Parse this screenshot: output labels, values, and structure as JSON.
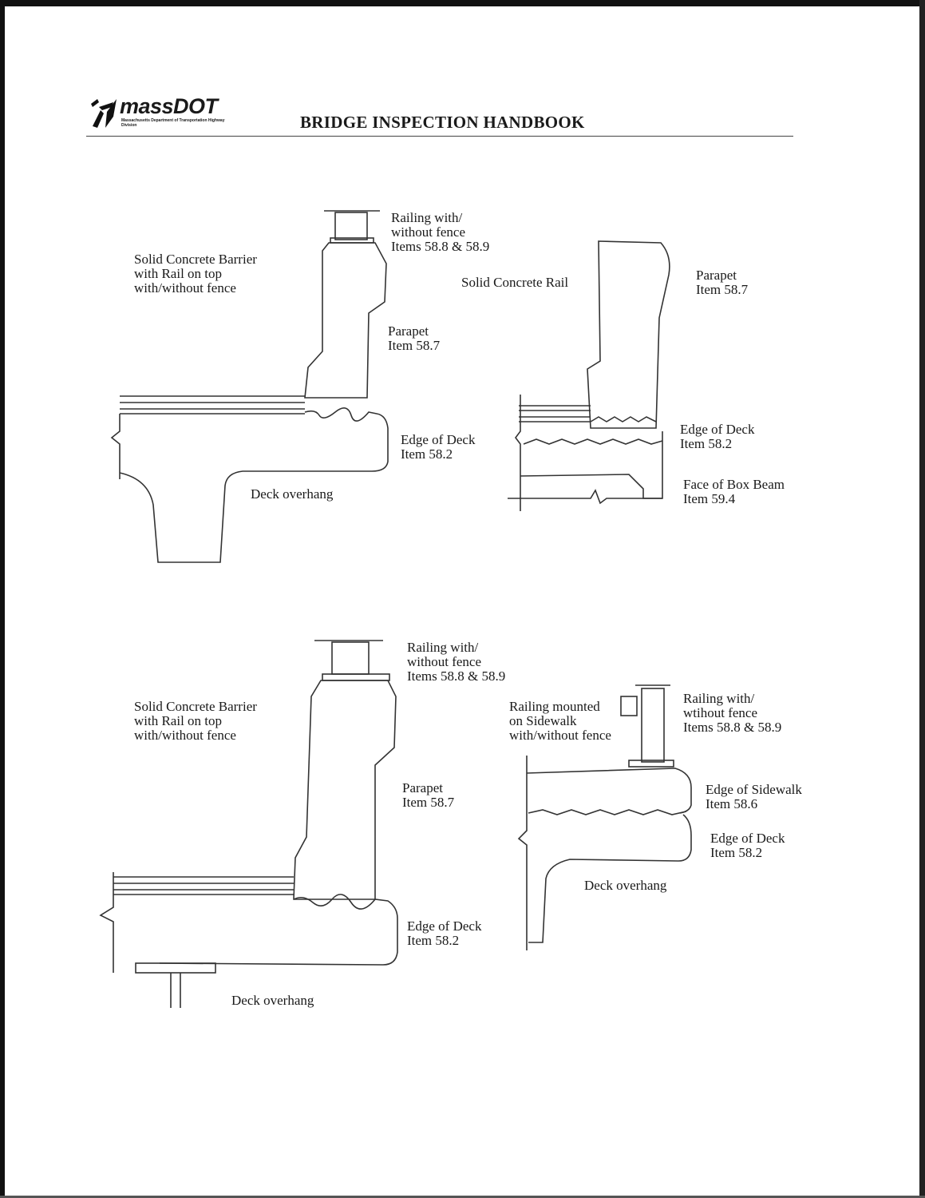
{
  "header": {
    "logo_name": "massDOT",
    "logo_subtitle": "Massachusetts Department of Transportation Highway Division",
    "title": "BRIDGE INSPECTION HANDBOOK"
  },
  "figures": {
    "top_left": {
      "barrier_label": "Solid Concrete Barrier\nwith Rail on top\nwith/without fence",
      "railing_label": "Railing with/\nwithout fence\nItems 58.8 & 58.9",
      "parapet_label": "Parapet\nItem 58.7",
      "edge_label": "Edge of Deck\nItem 58.2",
      "overhang_label": "Deck overhang"
    },
    "top_right": {
      "rail_label": "Solid Concrete Rail",
      "parapet_label": "Parapet\nItem 58.7",
      "edge_label": "Edge of Deck\nItem 58.2",
      "beam_label": "Face of Box Beam\nItem 59.4"
    },
    "bottom_left": {
      "barrier_label": "Solid Concrete Barrier\nwith Rail on top\nwith/without fence",
      "railing_label": "Railing with/\nwithout fence\nItems 58.8 & 58.9",
      "parapet_label": "Parapet\nItem 58.7",
      "edge_label": "Edge of Deck\nItem 58.2",
      "overhang_label": "Deck overhang"
    },
    "bottom_right": {
      "mounted_label": "Railing mounted\non Sidewalk\nwith/without fence",
      "railing_label": "Railing with/\nwtihout fence\nItems 58.8 & 58.9",
      "sidewalk_label": "Edge of Sidewalk\nItem 58.6",
      "edge_label": "Edge of Deck\nItem 58.2",
      "overhang_label": "Deck overhang"
    }
  }
}
